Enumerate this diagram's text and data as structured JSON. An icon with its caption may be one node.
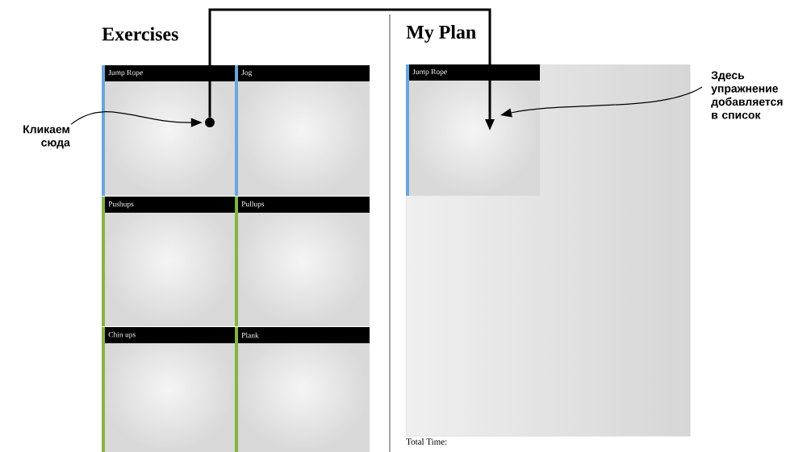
{
  "diagram": {
    "nodes": [
      {
        "text": [
          "Jump Rope"
        ]
      },
      {
        "text": [
          "Jog"
        ]
      },
      {
        "text": [
          "Pushups"
        ]
      },
      {
        "text": [
          "Pullups"
        ]
      },
      {
        "text": [
          "Chin ups"
        ]
      },
      {
        "text": [
          "Plank"
        ]
      },
      {
        "text": [],
        "shape": "box"
      },
      {
        "text": [
          "Jump Rope"
        ],
        "in": 6
      },
      {
        "text": [],
        "shape": "circle",
        "in": 0
      },
      {
        "text": [
          "Кликаем сюда"
        ]
      },
      {
        "text": [
          "Здесь упражнение добавляется в список"
        ]
      }
    ],
    "edges": [
      {
        "from": 9,
        "to": 8,
        "arrow": "to"
      },
      {
        "from": 8,
        "to": 7,
        "arrow": "to",
        "style": "thick"
      },
      {
        "from": 10,
        "to": 7,
        "arrow": "to"
      }
    ],
    "labels": [
      "Exercises",
      "My Plan",
      "Total Time:"
    ]
  }
}
